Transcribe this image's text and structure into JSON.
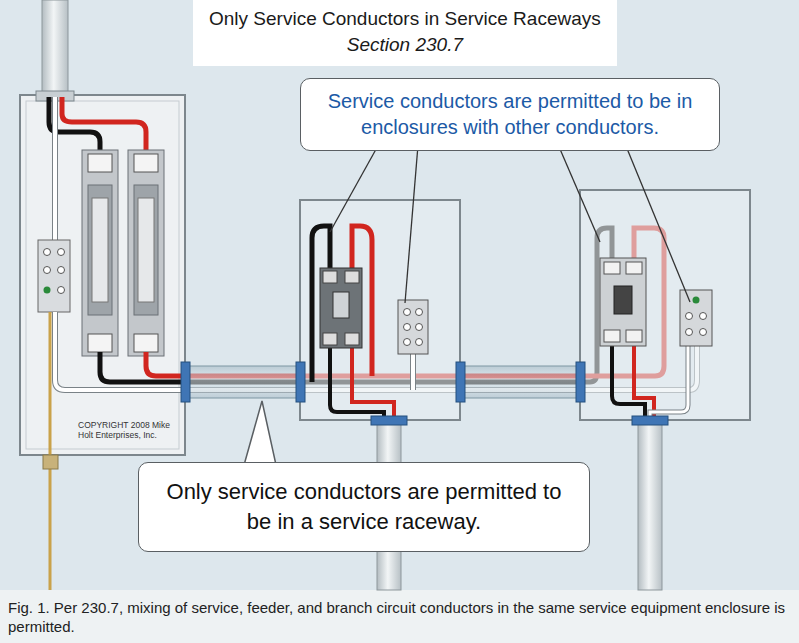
{
  "diagram": {
    "title": "Only Service Conductors in Service Raceways",
    "caption": "Fig. 1. Per 230.7, mixing of service, feeder, and branch circuit conductors in the same service equipment enclosure is permitted.",
    "nodes": [
      {
        "text": [
          "Service conductors are permitted to be in enclosures with other conductors."
        ]
      },
      {
        "text": [
          "Only service conductors are permitted to be in a service raceway."
        ]
      }
    ],
    "labels": [
      "Section 230.7",
      "COPYRIGHT 2008 Mike Holt Enterprises, Inc."
    ]
  }
}
